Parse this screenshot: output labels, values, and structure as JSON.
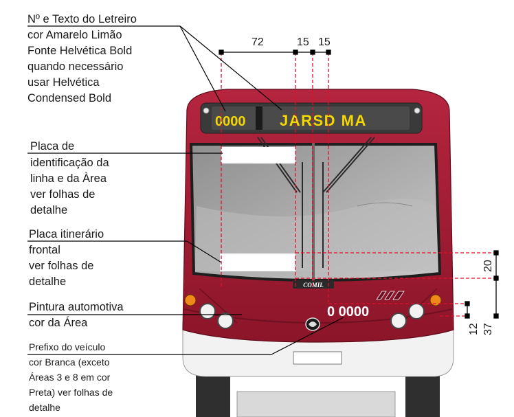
{
  "labels": {
    "letreiro": [
      "Nº e Texto do Letreiro",
      "cor Amarelo Limão",
      "Fonte Helvética Bold",
      "quando necessário",
      "usar Helvética",
      "Condensed Bold"
    ],
    "placa_id": [
      "Placa de",
      "identificação da",
      "linha e da Àrea",
      "ver folhas de",
      "detalhe"
    ],
    "placa_itin": [
      "Placa itinerário",
      "frontal",
      "ver folhas de",
      "detalhe"
    ],
    "pintura": [
      "Pintura automotiva",
      "cor da Área"
    ],
    "prefixo": [
      "Prefixo do veículo",
      "cor Branca (exceto",
      "Áreas 3 e 8 em cor",
      "Preta) ver folhas de",
      "detalhe"
    ]
  },
  "dimensions": {
    "d72": "72",
    "d15a": "15",
    "d15b": "15",
    "d20": "20",
    "d12": "12",
    "d37": "37"
  },
  "sign": {
    "number": "0000",
    "text": "JARSD MA"
  },
  "bus": {
    "prefix": "0 0000",
    "brand": "COMIL"
  },
  "colors": {
    "body": "#a61d35",
    "body_dark": "#7a1024",
    "sign_text": "#f5d800",
    "dashed": "#e0102a"
  }
}
